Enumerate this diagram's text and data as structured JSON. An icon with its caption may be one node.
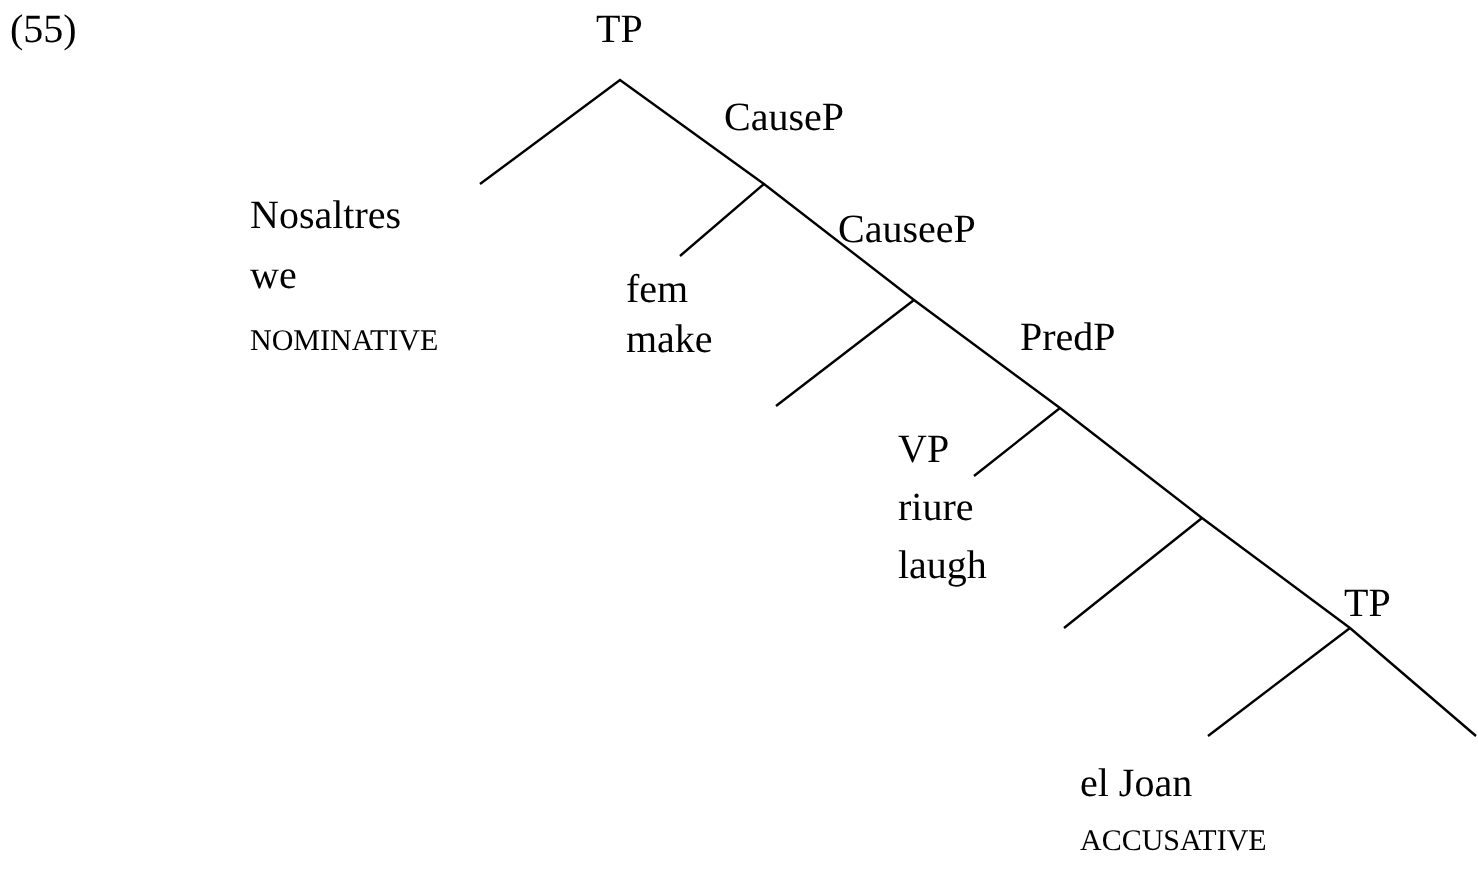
{
  "diagram": {
    "labels": [
      "(55)",
      "TP",
      "CauseP",
      "Nosaltres",
      "we",
      "NOMINATIVE",
      "CauseeP",
      "fem",
      "make",
      "PredP",
      "VP",
      "riure",
      "laugh",
      "TP",
      "el Joan",
      "ACCUSATIVE"
    ]
  }
}
